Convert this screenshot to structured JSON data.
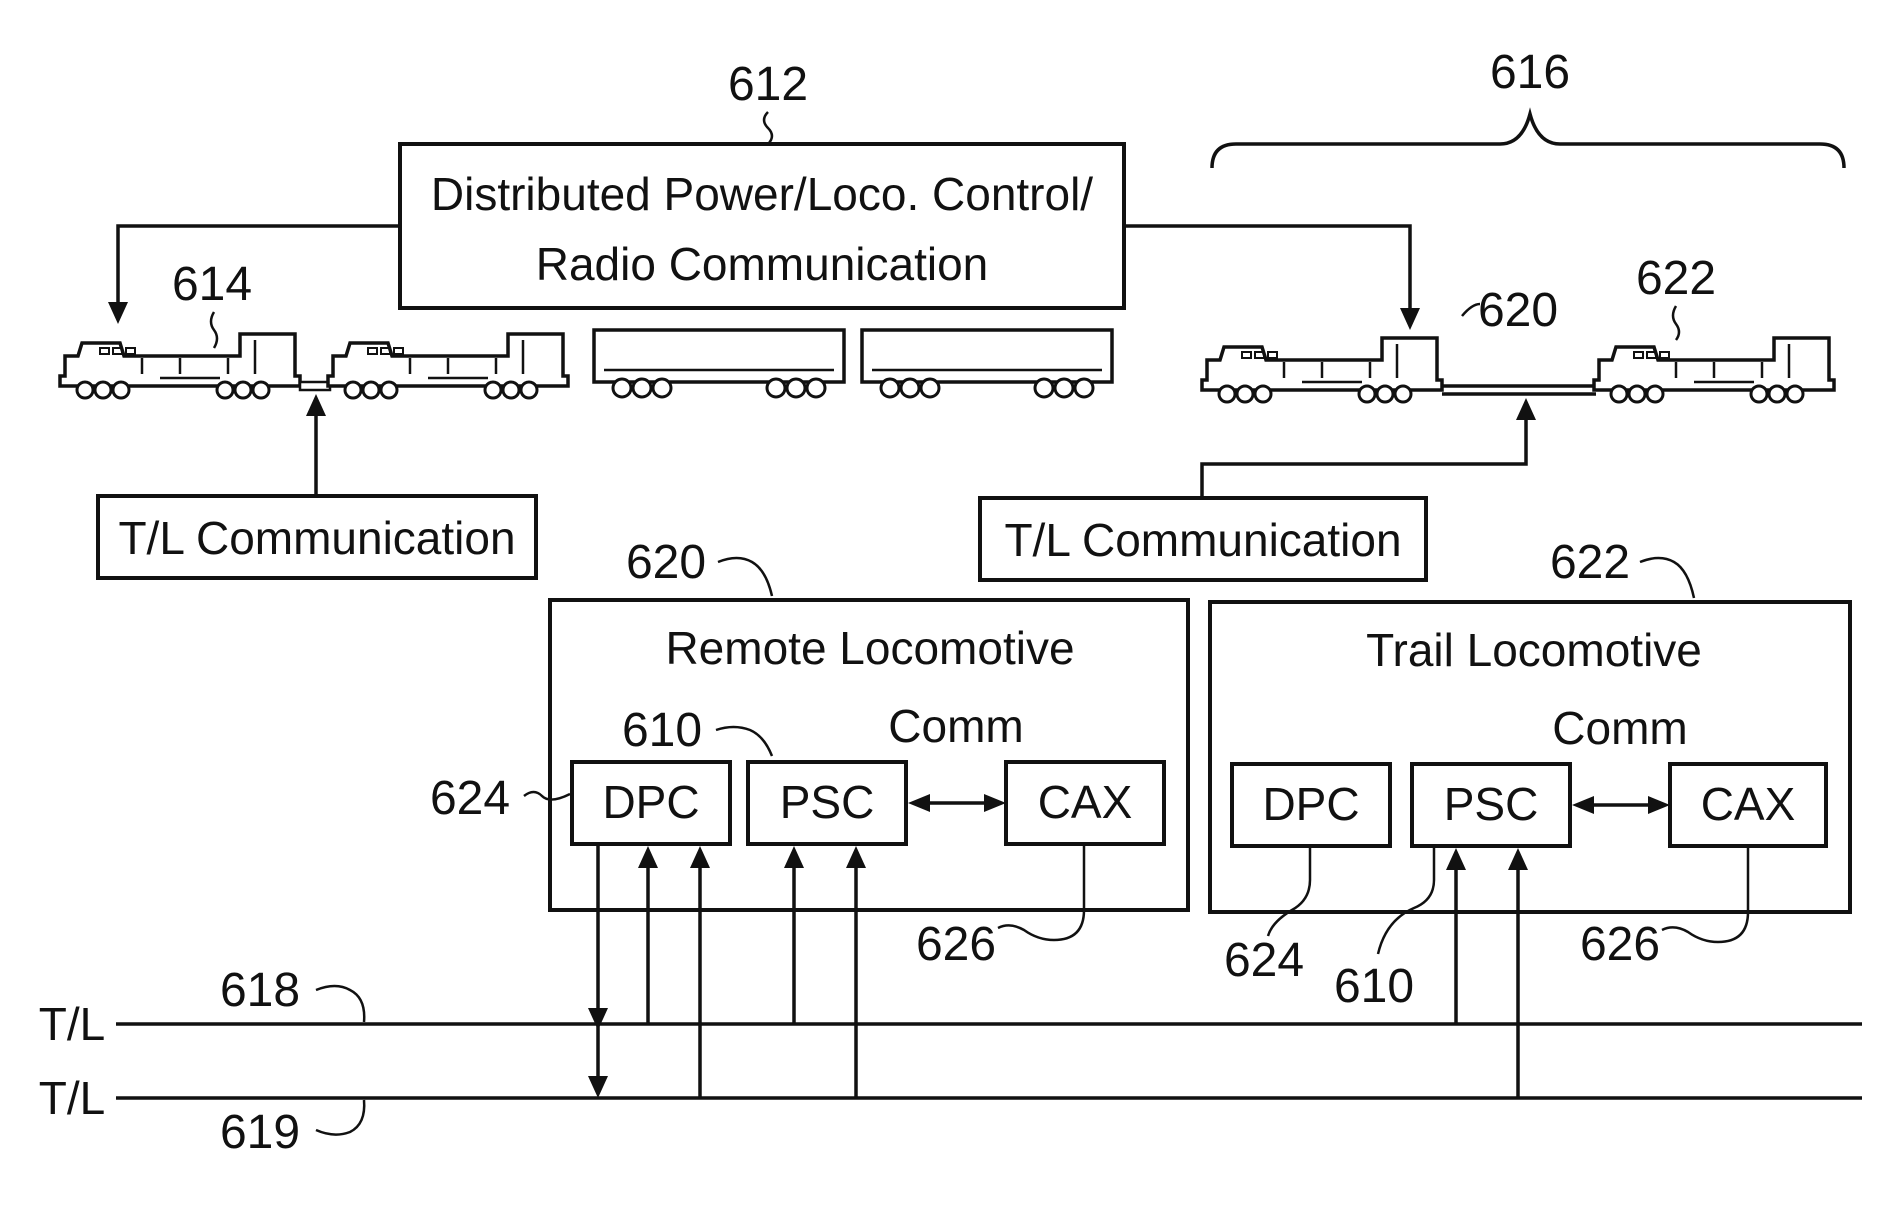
{
  "top_box": {
    "ref": "612",
    "line1": "Distributed Power/Loco. Control/",
    "line2": "Radio Communication"
  },
  "train_left": {
    "ref": "614"
  },
  "consist_right": {
    "ref": "616",
    "loco_remote_ref": "620",
    "loco_trail_ref": "622"
  },
  "tl_comm_left": {
    "label": "T/L Communication"
  },
  "tl_comm_right": {
    "label": "T/L Communication"
  },
  "remote_box": {
    "ref": "620",
    "title": "Remote Locomotive",
    "comm": "Comm",
    "dpc": "DPC",
    "psc": "PSC",
    "cax": "CAX",
    "dpc_ref": "624",
    "psc_ref": "610",
    "cax_ref": "626"
  },
  "trail_box": {
    "ref": "622",
    "title": "Trail Locomotive",
    "comm": "Comm",
    "dpc": "DPC",
    "psc": "PSC",
    "cax": "CAX",
    "dpc_ref": "624",
    "psc_ref": "610",
    "cax_ref": "626"
  },
  "lines": {
    "tl_upper_label": "T/L",
    "tl_upper_ref": "618",
    "tl_lower_label": "T/L",
    "tl_lower_ref": "619"
  }
}
